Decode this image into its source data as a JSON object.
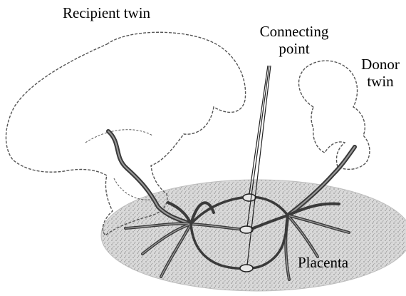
{
  "labels": {
    "recipient_line1": "Recipient twin",
    "connecting_line1": "Connecting",
    "connecting_line2": "point",
    "donor_line1": "Donor",
    "donor_line2": "twin",
    "placenta": "Placenta"
  },
  "colors": {
    "placenta_fill": "#cfcfcf",
    "vessel": "#3a3a3a",
    "outline": "#555555",
    "pointer": "#222222"
  }
}
